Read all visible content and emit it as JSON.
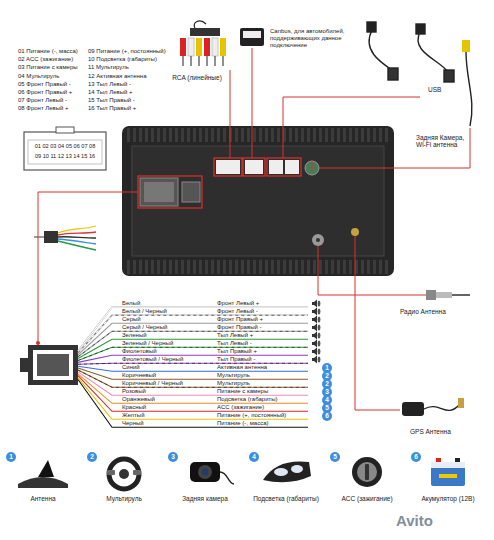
{
  "diagram": {
    "nodes": [
      {
        "text": [
          "1"
        ]
      },
      {
        "text": [
          "2"
        ]
      },
      {
        "text": [
          "2"
        ]
      },
      {
        "text": [
          "3"
        ]
      },
      {
        "text": [
          "4"
        ]
      },
      {
        "text": [
          "5"
        ]
      },
      {
        "text": [
          "6"
        ]
      },
      {
        "text": [
          "Антенна"
        ]
      },
      {
        "text": [
          "1"
        ],
        "in": 7
      },
      {
        "text": [
          "Мультируль"
        ]
      },
      {
        "text": [
          "2"
        ],
        "in": 9
      },
      {
        "text": [
          "Задняя камера"
        ]
      },
      {
        "text": [
          "3"
        ],
        "in": 11
      },
      {
        "text": [
          "Подсветка (габариты)"
        ]
      },
      {
        "text": [
          "4"
        ],
        "in": 13
      },
      {
        "text": [
          "ACC (зажигание)"
        ]
      },
      {
        "text": [
          "5"
        ],
        "in": 15
      },
      {
        "text": [
          "Акумулятор (12В)"
        ]
      },
      {
        "text": [
          "6"
        ],
        "in": 17
      }
    ],
    "labels": [
      "01 Питание (-, масса)",
      "02 ACC (зажигание)",
      "03 Питание с камеры",
      "04 Мультируль",
      "05 Фронт Правый -",
      "06 Фронт Правый +",
      "07 Фронт Левый -",
      "08 Фронт Левый +",
      "09 Питание (+, постоянный)",
      "10 Подсветка (габариты)",
      "11 Мультируль",
      "12 Активная антенна",
      "13 Тыл Левый -",
      "14 Тыл Левый +",
      "15 Тыл Правый -",
      "16 Тыл Правый +",
      "01 02 03 04 05 06 07 08",
      "09 10 11 12 13 14 15 16",
      "RCA (линейные)",
      "Canbus, для автомобилей, поддерживающих данное подключение",
      "USB",
      "Задняя Камера, Wi-Fi антенна",
      "Радио Антенна",
      "GPS Антенна",
      "Белый",
      "Белый / Черный",
      "Серый",
      "Серый / Черный",
      "Зеленый",
      "Зеленый / Черный",
      "Фиолетовый",
      "Фиолетовый / Черный",
      "Синий",
      "Коричневый",
      "Коричневый / Черный",
      "Розовый",
      "Оранжевый",
      "Красный",
      "Желтый",
      "Черный",
      "Фронт Левый +",
      "Фронт Левый -",
      "Фронт Правый +",
      "Фронт Правый -",
      "Тыл Левый +",
      "Тыл Левый -",
      "Тыл Правый +",
      "Тыл Правый -",
      "Активная антенна",
      "Мультируль",
      "Мультируль",
      "Питание с камеры",
      "Подсветка (габариты)",
      "ACC (зажигание)",
      "Питание (+, постоянный)",
      "Питание (-, масса)",
      "Avito"
    ]
  }
}
